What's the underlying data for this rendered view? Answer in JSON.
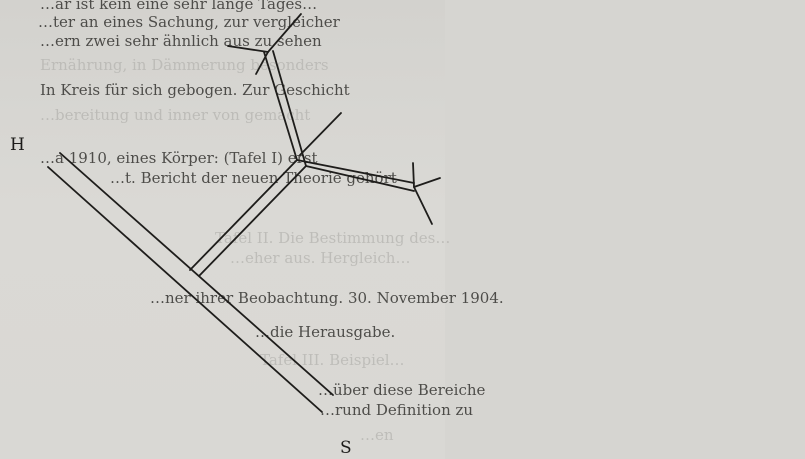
{
  "diagram": {
    "labels": {
      "top_left": "H",
      "bottom": "S"
    }
  },
  "bleed_through": [
    {
      "text": "…ar ist kein eine sehr lange Tages…",
      "tone": "dark"
    },
    {
      "text": "…ter an eines Sachung, zur vergleicher",
      "tone": "dark"
    },
    {
      "text": "…ern zwei sehr ähnlich aus zu sehen",
      "tone": "dark"
    },
    {
      "text": "Ernährung, in Dämmerung besonders",
      "tone": "light"
    },
    {
      "text": "In Kreis für sich gebogen. Zur Geschicht",
      "tone": "dark"
    },
    {
      "text": "…bereitung und inner von gemacht",
      "tone": "light"
    },
    {
      "text": "…a 1910, eines Körper: (Tafel I) erst",
      "tone": "dark"
    },
    {
      "text": "…t. Bericht der neuen Theorie gehört",
      "tone": "dark"
    },
    {
      "text": "Tafel II. Die Bestimmung des…",
      "tone": "light"
    },
    {
      "text": "…eher aus. Hergleich…",
      "tone": "light"
    },
    {
      "text": "…ner ihrer Beobachtung. 30. November 1904.",
      "tone": "dark"
    },
    {
      "text": "…die Herausgabe.",
      "tone": "dark"
    },
    {
      "text": "Tafel III. Beispiel…",
      "tone": "light"
    },
    {
      "text": "…über diese Bereiche",
      "tone": "dark"
    },
    {
      "text": "…rund Definition zu",
      "tone": "dark"
    },
    {
      "text": "…en",
      "tone": "light"
    }
  ]
}
